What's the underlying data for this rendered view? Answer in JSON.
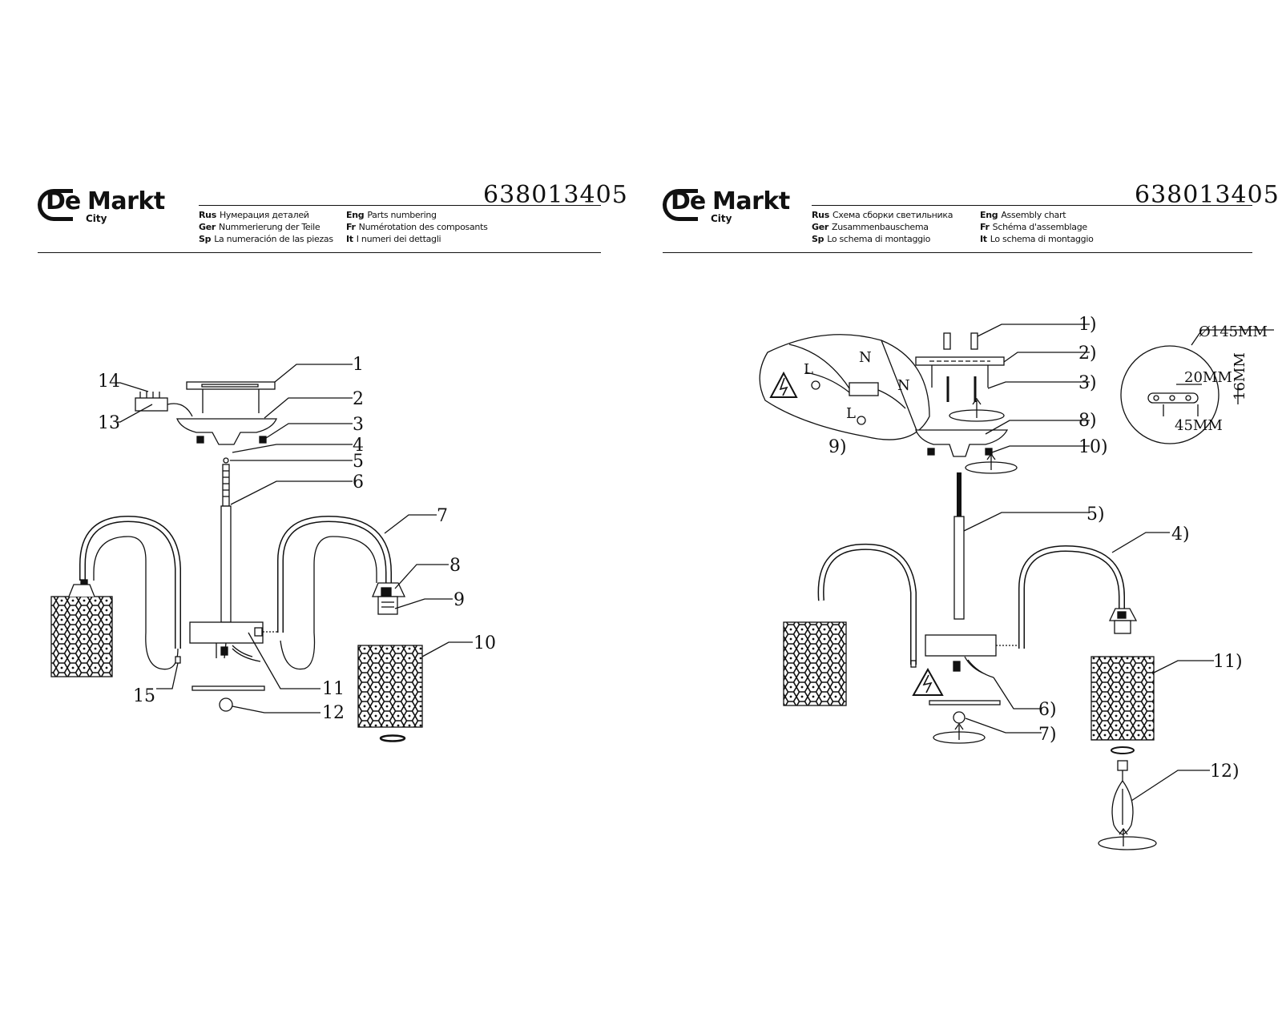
{
  "brand": {
    "name": "De Markt",
    "prefix": "De",
    "word": "Markt",
    "sub": "City"
  },
  "left_sheet": {
    "code": "638013405",
    "titles": [
      {
        "lang": "Rus",
        "text": "Нумерация деталей"
      },
      {
        "lang": "Eng",
        "text": "Parts numbering"
      },
      {
        "lang": "Ger",
        "text": "Nummerierung der Teile"
      },
      {
        "lang": "Fr",
        "text": "Numérotation des composants"
      },
      {
        "lang": "Sp",
        "text": "La numeración de las piezas"
      },
      {
        "lang": "It",
        "text": "I numeri dei dettagli"
      }
    ],
    "callouts": [
      "1",
      "2",
      "3",
      "4",
      "5",
      "6",
      "7",
      "8",
      "9",
      "10",
      "11",
      "12",
      "13",
      "14",
      "15"
    ]
  },
  "right_sheet": {
    "code": "638013405",
    "titles": [
      {
        "lang": "Rus",
        "text": "Схема сборки светильника"
      },
      {
        "lang": "Eng",
        "text": "Assembly chart"
      },
      {
        "lang": "Ger",
        "text": "Zusammenbauschema"
      },
      {
        "lang": "Fr",
        "text": "Schéma d'assemblage"
      },
      {
        "lang": "Sp",
        "text": "Lo schema di montaggio"
      },
      {
        "lang": "It",
        "text": "Lo schema di montaggio"
      }
    ],
    "callouts": [
      "1)",
      "2)",
      "3)",
      "4)",
      "5)",
      "6)",
      "7)",
      "8)",
      "9)",
      "10)",
      "11)",
      "12)"
    ],
    "wiring_labels": {
      "live": "L",
      "neutral": "N"
    },
    "dimensions": {
      "diameter": "Ø145MM",
      "slot": "20MM",
      "height": "16MM",
      "spacing": "45MM"
    }
  }
}
